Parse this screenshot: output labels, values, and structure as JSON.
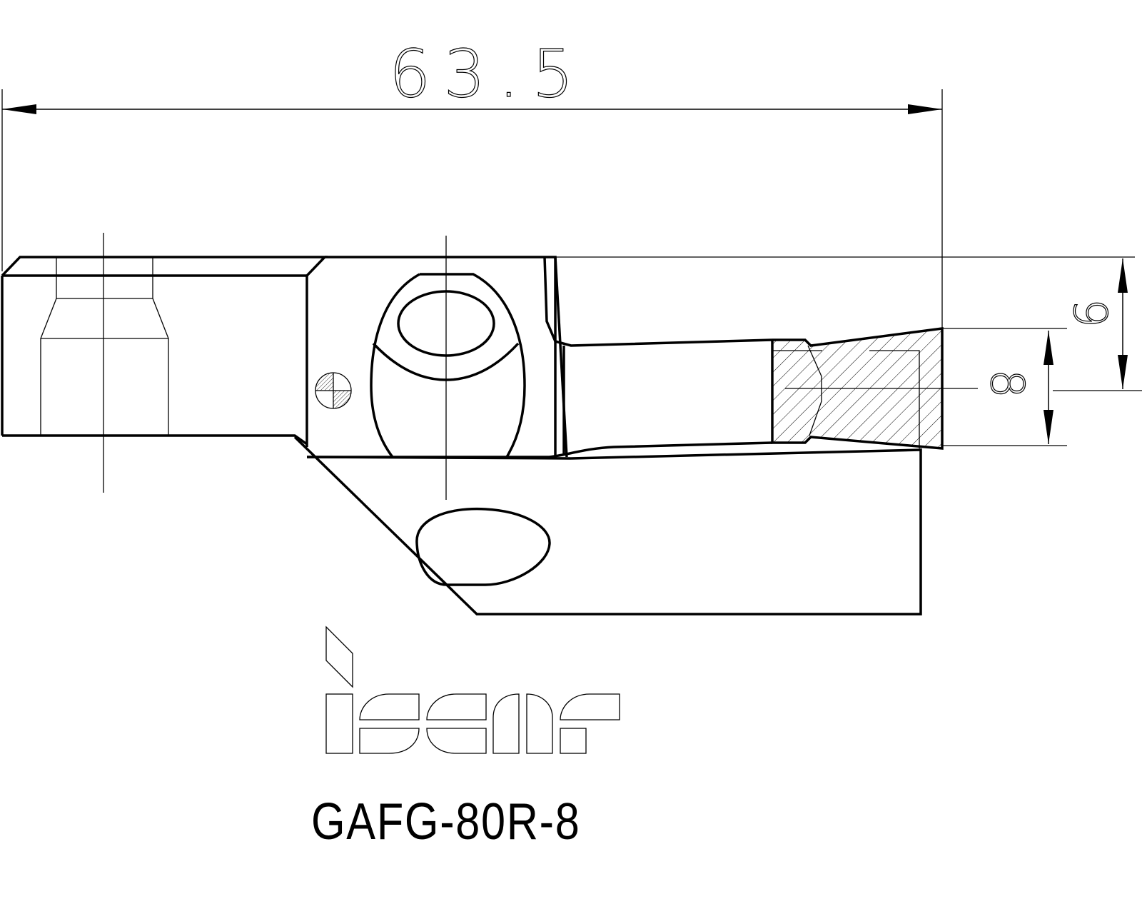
{
  "drawing": {
    "type": "technical-drawing",
    "subject": "grooving tool holder side view",
    "line_color": "#000000",
    "background": "#ffffff"
  },
  "dimensions": {
    "overall_length": "63.5",
    "height_top": "9",
    "height_bottom": "8"
  },
  "logo": {
    "brand": "iscar"
  },
  "part_number": "GAFG-80R-8"
}
